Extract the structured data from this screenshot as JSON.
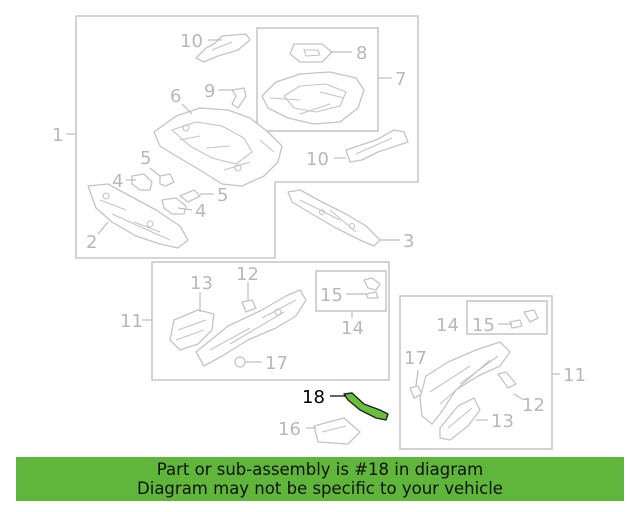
{
  "highlighted_callout": "18",
  "colors": {
    "banner_background": "#5fb63a",
    "highlight_part": "#6abf3a",
    "inactive_label": "#b8b8b8",
    "active_label": "#000000"
  },
  "callouts": {
    "c1": "1",
    "c2": "2",
    "c3": "3",
    "c4a": "4",
    "c4b": "4",
    "c5a": "5",
    "c5b": "5",
    "c6": "6",
    "c7": "7",
    "c8": "8",
    "c9": "9",
    "c10a": "10",
    "c10b": "10",
    "c11a": "11",
    "c11b": "11",
    "c12a": "12",
    "c12b": "12",
    "c13a": "13",
    "c13b": "13",
    "c14a": "14",
    "c14b": "14",
    "c15a": "15",
    "c15b": "15",
    "c16": "16",
    "c17a": "17",
    "c17b": "17",
    "c18": "18"
  },
  "banner": {
    "line1": "Part or sub-assembly is #18 in diagram",
    "line2": "Diagram may not be specific to your vehicle"
  }
}
